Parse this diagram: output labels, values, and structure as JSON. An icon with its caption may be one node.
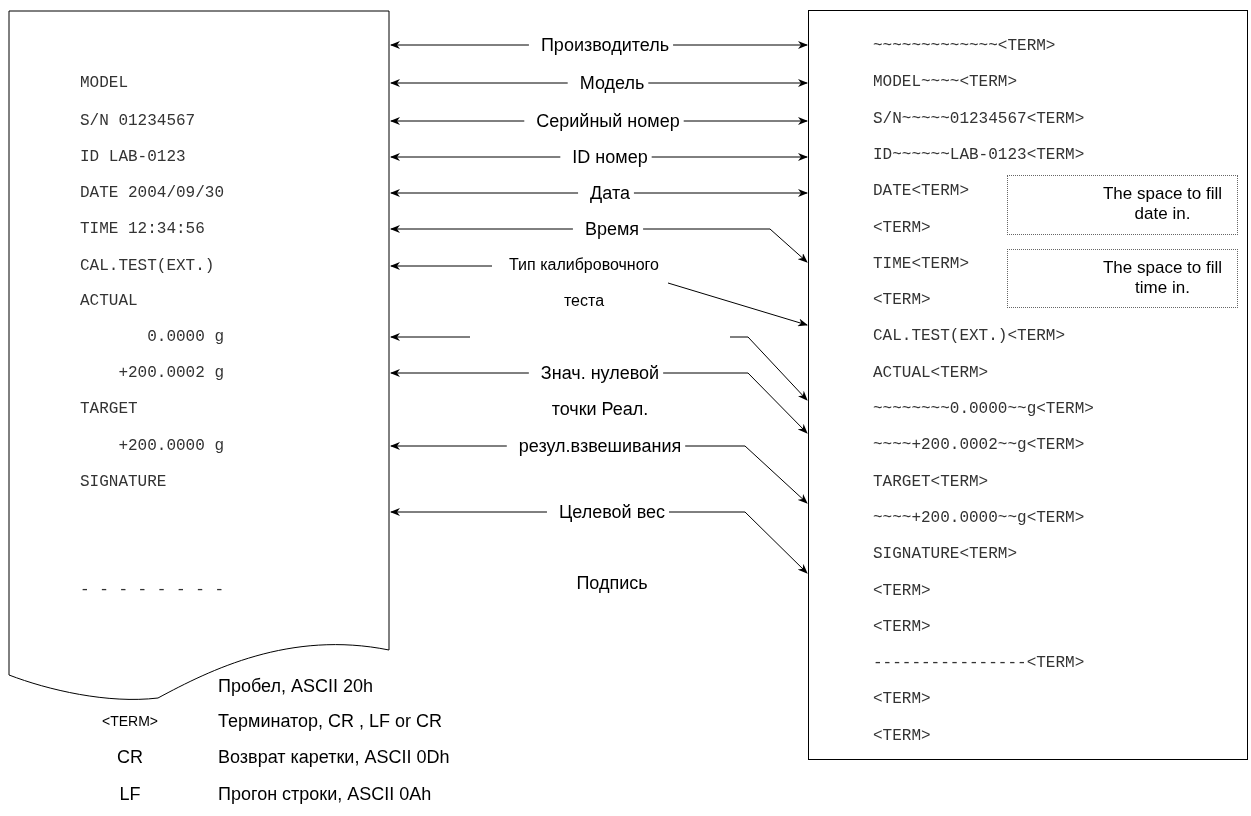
{
  "diagram": {
    "nodes": [
      {
        "text": [
          "MODEL",
          "S/N 01234567",
          "ID LAB-0123",
          "DATE 2004/09/30",
          "TIME 12:34:56",
          "CAL.TEST(EXT.)",
          "ACTUAL",
          "0.0000 g",
          "+200.0002 g",
          "TARGET",
          "+200.0000 g",
          "SIGNATURE",
          "- - - - - - - -"
        ]
      },
      {
        "text": [
          "Производитель"
        ]
      },
      {
        "text": [
          "Модель"
        ]
      },
      {
        "text": [
          "Серийный номер"
        ]
      },
      {
        "text": [
          "ID номер"
        ]
      },
      {
        "text": [
          "Дата"
        ]
      },
      {
        "text": [
          "Время"
        ]
      },
      {
        "text": [
          "Тип калибровочного теста"
        ]
      },
      {
        "text": [
          "Знач. нулевой"
        ]
      },
      {
        "text": [
          "резул.взвешивания"
        ]
      },
      {
        "text": [
          "Целевой вес"
        ]
      },
      {
        "text": [
          "~~~~~~~~~~~~~<TERM>",
          "MODEL~~~~<TERM>",
          "S/N~~~~~01234567<TERM>",
          "ID~~~~~~LAB-0123<TERM>",
          "DATE<TERM>",
          "<TERM>",
          "TIME<TERM>",
          "<TERM>",
          "CAL.TEST(EXT.)<TERM>",
          "ACTUAL<TERM>",
          "~~~~~~~~0.0000~~g<TERM>",
          "~~~~+200.0002~~g<TERM>",
          "TARGET<TERM>",
          "~~~~+200.0000~~g<TERM>",
          "SIGNATURE<TERM>",
          "<TERM>",
          "<TERM>",
          "----------------<TERM>",
          "<TERM>",
          "<TERM>"
        ]
      },
      {
        "text": [
          "The space to fill date in."
        ],
        "in": 11
      },
      {
        "text": [
          "The space to fill time in."
        ],
        "in": 11
      }
    ],
    "edges": [
      {
        "from": 1,
        "to": 0,
        "arrow": "to"
      },
      {
        "from": 1,
        "to": 11,
        "arrow": "to"
      },
      {
        "from": 2,
        "to": 0,
        "arrow": "to"
      },
      {
        "from": 2,
        "to": 11,
        "arrow": "to"
      },
      {
        "from": 3,
        "to": 0,
        "arrow": "to"
      },
      {
        "from": 3,
        "to": 11,
        "arrow": "to"
      },
      {
        "from": 4,
        "to": 0,
        "arrow": "to"
      },
      {
        "from": 4,
        "to": 11,
        "arrow": "to"
      },
      {
        "from": 5,
        "to": 0,
        "arrow": "to"
      },
      {
        "from": 5,
        "to": 11,
        "arrow": "to"
      },
      {
        "from": 6,
        "to": 0,
        "arrow": "to"
      },
      {
        "from": 6,
        "to": 11,
        "arrow": "to"
      },
      {
        "from": 7,
        "to": 0,
        "arrow": "to"
      },
      {
        "from": 7,
        "to": 11,
        "arrow": "to"
      },
      {
        "from": null,
        "to": 0,
        "arrow": "to"
      },
      {
        "from": null,
        "to": 11,
        "arrow": "to"
      },
      {
        "from": 8,
        "to": 0,
        "arrow": "to"
      },
      {
        "from": 8,
        "to": 11,
        "arrow": "to"
      },
      {
        "from": 9,
        "to": 0,
        "arrow": "to"
      },
      {
        "from": 9,
        "to": 11,
        "arrow": "to"
      },
      {
        "from": 10,
        "to": 0,
        "arrow": "to"
      },
      {
        "from": 10,
        "to": 11,
        "arrow": "to"
      }
    ],
    "labels": [
      "точки Реал.",
      "Подпись",
      "<TERM>",
      "Терминатор, CR , LF or CR",
      "CR",
      "Возврат каретки, ASCII 0Dh",
      "LF",
      "Прогон строки, ASCII 0Ah"
    ],
    "legend": [
      {
        "text": "Пробел, ASCII 20h"
      }
    ]
  }
}
